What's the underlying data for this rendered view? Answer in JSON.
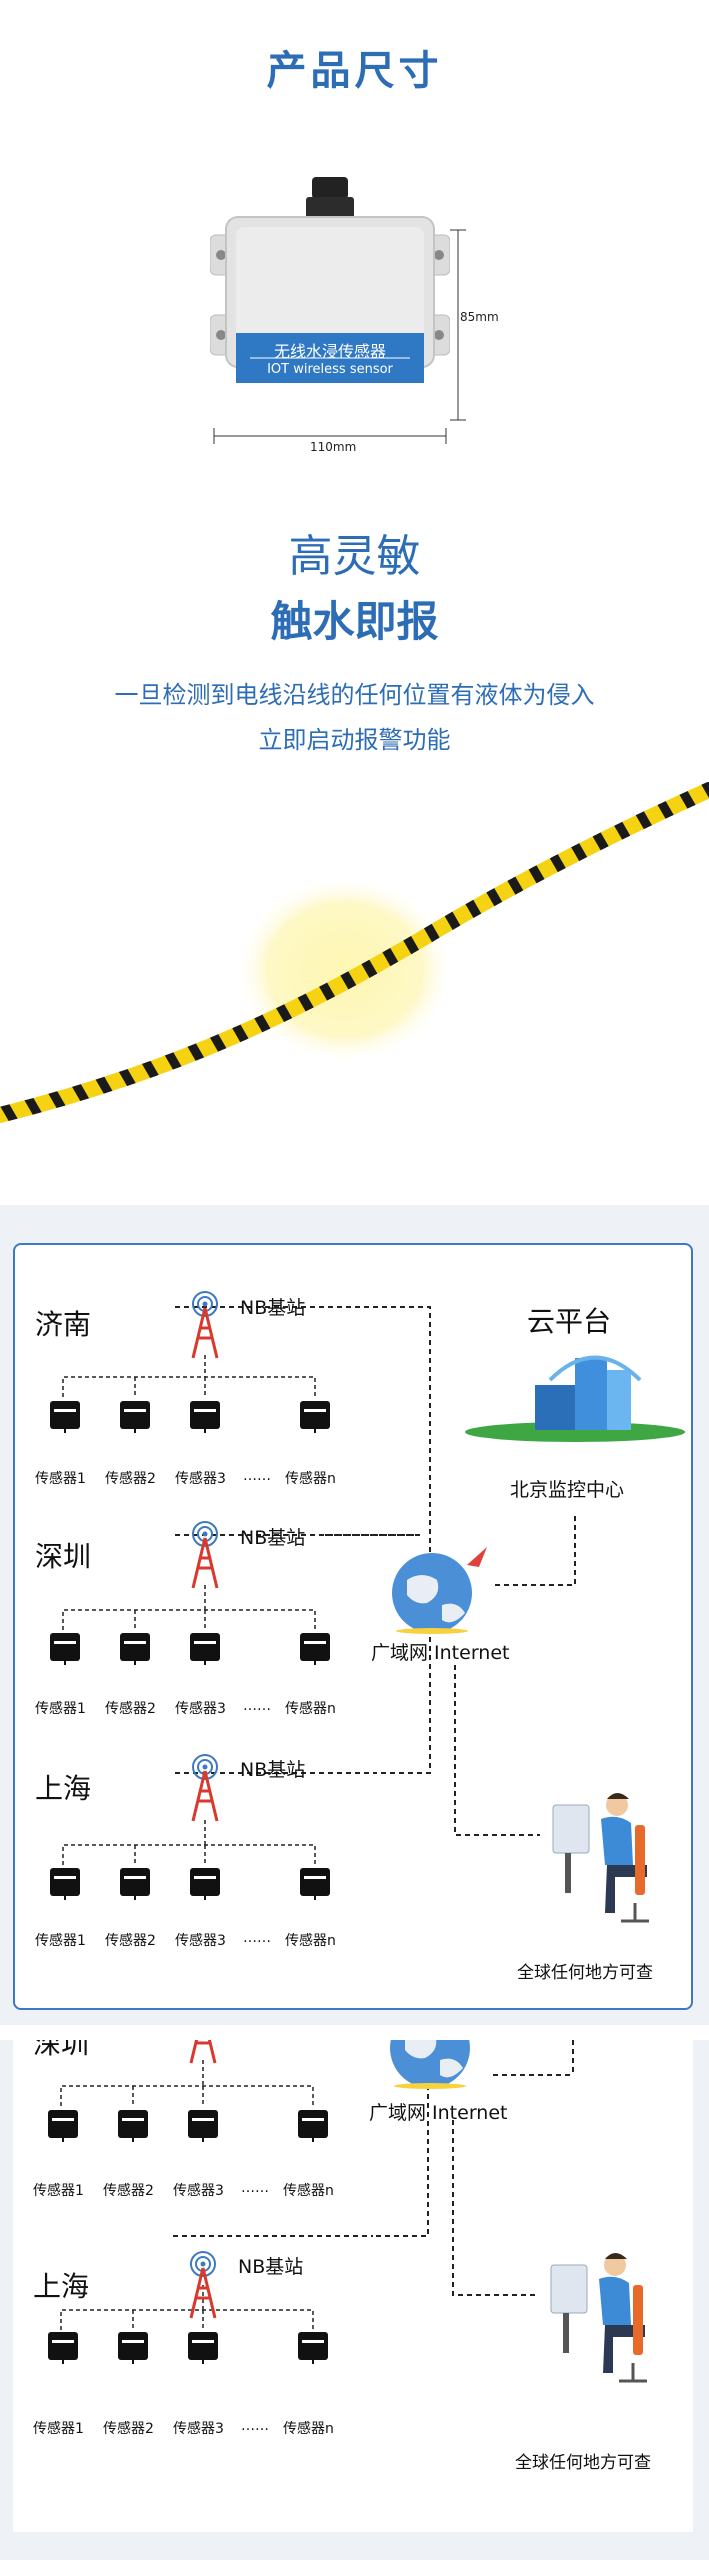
{
  "product": {
    "title": "产品尺寸",
    "device_label_cn": "无线水浸传感器",
    "device_label_en": "IOT wireless sensor",
    "height_dim": "85mm",
    "width_dim": "110mm"
  },
  "feature": {
    "line1": "高灵敏",
    "line2": "触水即报",
    "desc1": "一旦检测到电线沿线的任何位置有液体为侵入",
    "desc2": "立即启动报警功能"
  },
  "diagram": {
    "cities": [
      "济南",
      "深圳",
      "上海"
    ],
    "station_label": "NB基站",
    "sensors": [
      "传感器1",
      "传感器2",
      "传感器3",
      "传感器n"
    ],
    "dots": "……",
    "cloud_title": "云平台",
    "center_label": "北京监控中心",
    "internet_label": "广域网 Internet",
    "anywhere_label": "全球任何地方可查"
  },
  "diagram2": {
    "partial_city": "深圳",
    "city": "上海"
  },
  "colors": {
    "accent": "#2c6db6",
    "border": "#3d79c2",
    "tower": "#d9382d",
    "cable_yellow": "#f5d312"
  }
}
